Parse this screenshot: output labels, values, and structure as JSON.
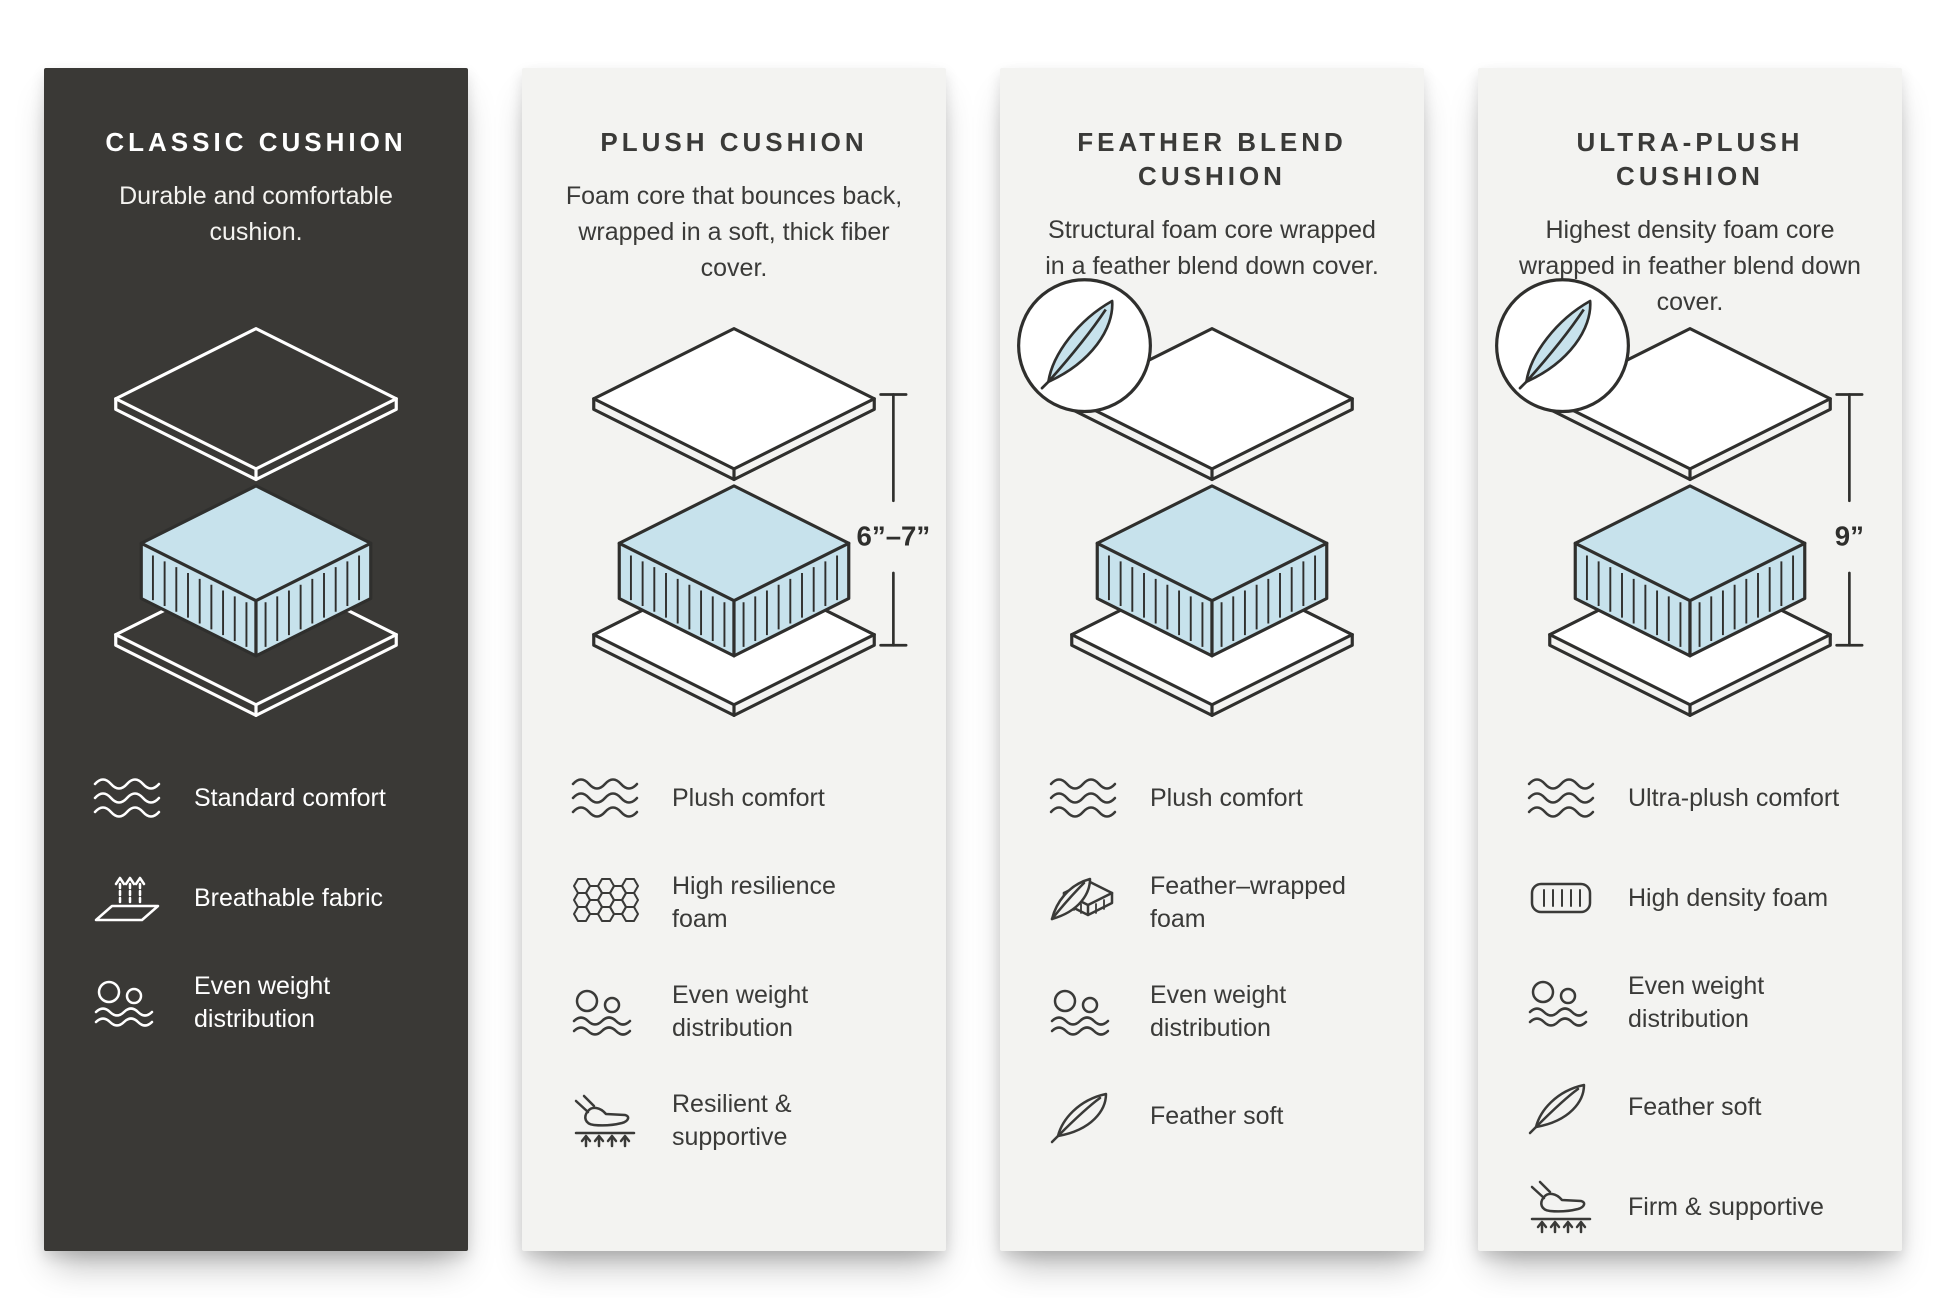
{
  "colors": {
    "page_bg": "#ffffff",
    "dark_card_bg": "#3a3936",
    "light_card_bg": "#f3f3f1",
    "dark_text": "#3a3a38",
    "light_text": "#ffffff",
    "foam_fill": "#c7e2ec",
    "outline_dark": "#2f2f2d",
    "outline_light": "#ffffff"
  },
  "cards": [
    {
      "id": "classic",
      "theme": "dark",
      "title": "CLASSIC CUSHION",
      "description": "Durable and comfortable cushion.",
      "diagram": {
        "feather_badge": false,
        "measurement": null
      },
      "features": [
        {
          "icon": "waves-icon",
          "label": "Standard comfort"
        },
        {
          "icon": "breathable-fabric-icon",
          "label": "Breathable fabric"
        },
        {
          "icon": "even-weight-icon",
          "label": "Even weight distribution"
        }
      ]
    },
    {
      "id": "plush",
      "theme": "light",
      "title": "PLUSH CUSHION",
      "description": "Foam core that bounces back, wrapped in a soft, thick fiber cover.",
      "diagram": {
        "feather_badge": false,
        "measurement": "6”–7”"
      },
      "features": [
        {
          "icon": "waves-icon",
          "label": "Plush comfort"
        },
        {
          "icon": "honeycomb-icon",
          "label": "High resilience foam"
        },
        {
          "icon": "even-weight-icon",
          "label": "Even weight distribution"
        },
        {
          "icon": "hand-press-icon",
          "label": "Resilient & supportive"
        }
      ]
    },
    {
      "id": "feather-blend",
      "theme": "light",
      "title": "FEATHER BLEND CUSHION",
      "description": "Structural foam core wrapped in a feather blend down cover.",
      "diagram": {
        "feather_badge": true,
        "measurement": null
      },
      "features": [
        {
          "icon": "waves-icon",
          "label": "Plush comfort"
        },
        {
          "icon": "feather-foam-icon",
          "label": "Feather–wrapped foam"
        },
        {
          "icon": "even-weight-icon",
          "label": "Even weight distribution"
        },
        {
          "icon": "feather-icon",
          "label": "Feather soft"
        }
      ]
    },
    {
      "id": "ultra-plush",
      "theme": "light",
      "title": "ULTRA-PLUSH CUSHION",
      "description": "Highest density foam core wrapped in feather blend down cover.",
      "diagram": {
        "feather_badge": true,
        "measurement": "9”"
      },
      "features": [
        {
          "icon": "waves-icon",
          "label": "Ultra-plush comfort"
        },
        {
          "icon": "density-foam-icon",
          "label": "High density foam"
        },
        {
          "icon": "even-weight-icon",
          "label": "Even weight distribution"
        },
        {
          "icon": "feather-icon",
          "label": "Feather soft"
        },
        {
          "icon": "hand-press-icon",
          "label": "Firm & supportive"
        }
      ]
    }
  ]
}
